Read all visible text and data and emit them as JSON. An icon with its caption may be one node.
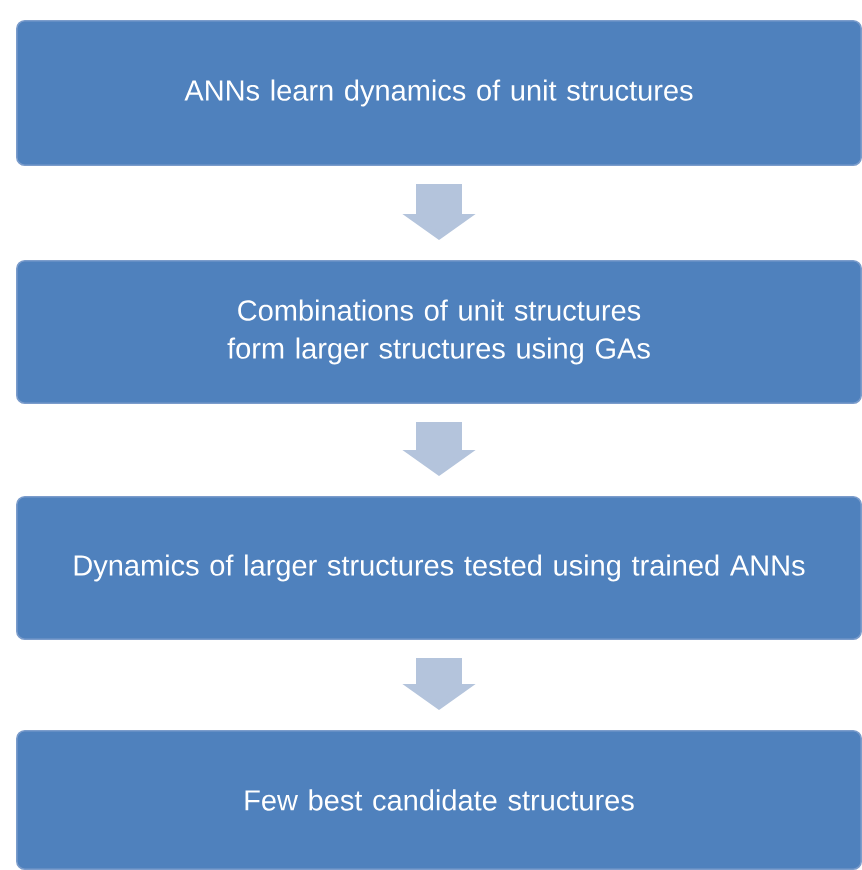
{
  "diagram": {
    "nodes": [
      {
        "text": [
          "ANNs learn dynamics of unit structures"
        ]
      },
      {
        "text": [
          "Combinations of unit structures form larger structures using GAs"
        ]
      },
      {
        "text": [
          "Dynamics of larger structures tested using trained ANNs"
        ]
      },
      {
        "text": [
          "Few best candidate structures"
        ]
      }
    ],
    "edges": [
      {
        "from": 0,
        "to": 1,
        "arrow": "to"
      },
      {
        "from": 1,
        "to": 2,
        "arrow": "to"
      },
      {
        "from": 2,
        "to": 3,
        "arrow": "to"
      }
    ]
  }
}
